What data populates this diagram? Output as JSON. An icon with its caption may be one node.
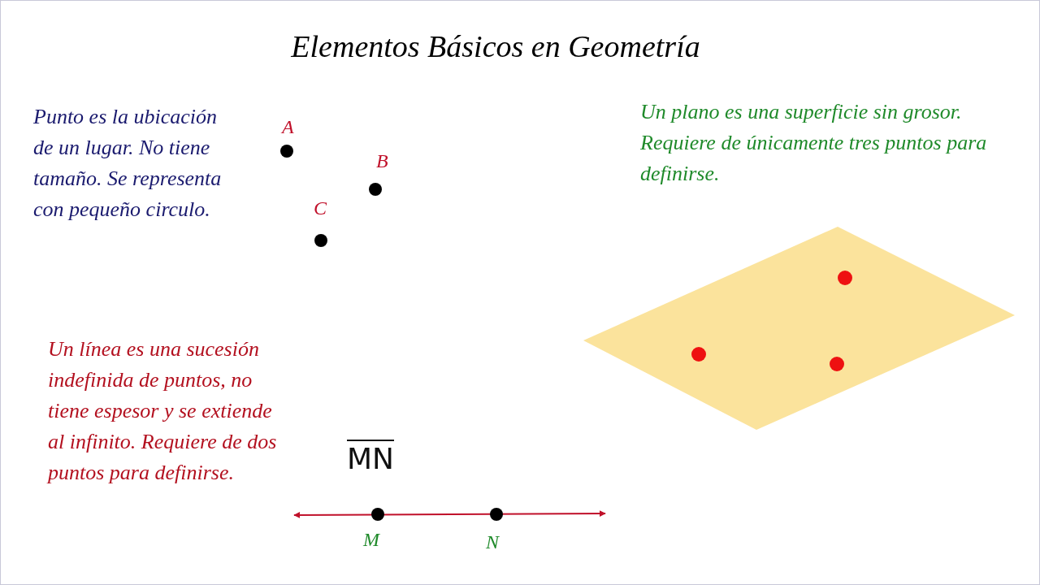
{
  "diagram": {
    "title": "Elementos Básicos en Geometría",
    "labels": [
      "Punto es la ubicación de un lugar. No tiene tamaño. Se representa con pequeño circulo.",
      "A",
      "Un plano es una superficie sin grosor. Requiere de únicamente tres puntos para definirse.",
      "B",
      "C",
      "Un línea es una sucesión indefinida de puntos, no tiene espesor y se extiende al infinito. Requiere de dos puntos para definirse.",
      "MN",
      "M",
      "N"
    ]
  }
}
